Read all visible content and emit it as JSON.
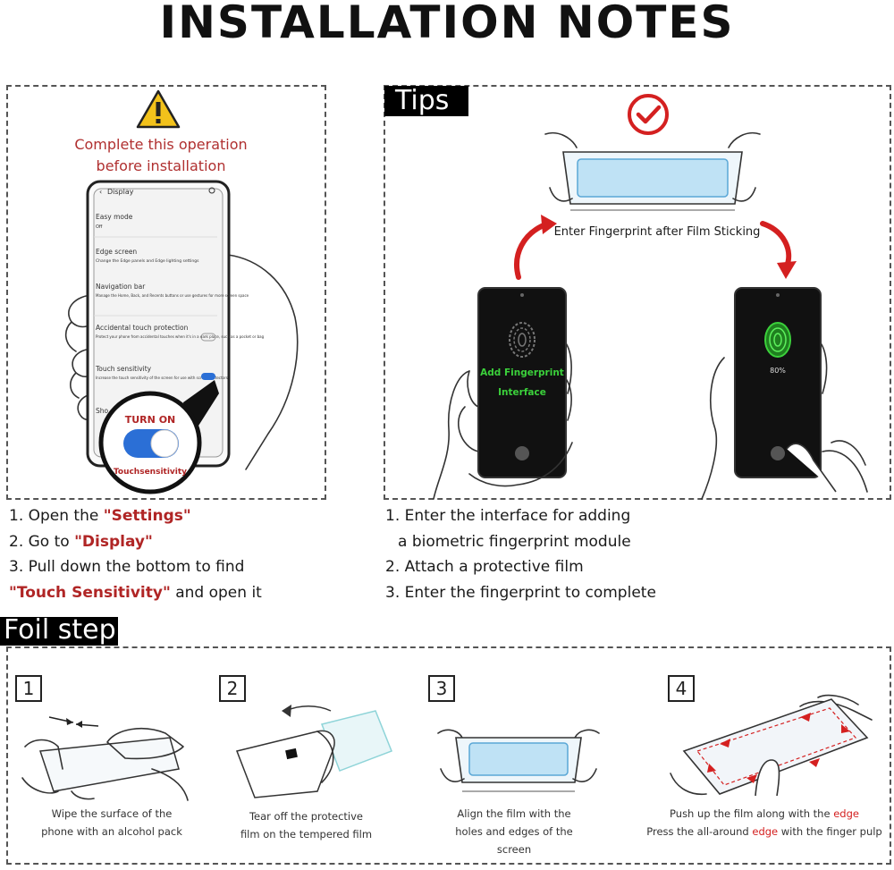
{
  "title": "INSTALLATION NOTES",
  "left_panel": {
    "warning_line1": "Complete this operation",
    "warning_line2": "before installation",
    "phone_screen": {
      "header": "Display",
      "items": [
        {
          "title": "Easy mode",
          "sub": "Off"
        },
        {
          "title": "Edge screen",
          "sub": "Change the Edge panels and Edge lighting settings"
        },
        {
          "title": "Navigation bar",
          "sub": "Manage the Home, Back, and Recents buttons or use gestures for more screen space"
        },
        {
          "title": "Accidental touch protection",
          "sub": "Protect your phone from accidental touches when it's in a dark place, such as a pocket or bag"
        },
        {
          "title": "Touch sensitivity",
          "sub": "Increase the touch sensitivity of the screen for use with screen protectors"
        },
        {
          "title": "Sho",
          "sub": ""
        }
      ],
      "zoom_top": "TURN ON",
      "zoom_bottom": "Touchsensitivity"
    },
    "steps": [
      {
        "prefix": "1. Open the ",
        "highlight": "\"Settings\"",
        "suffix": ""
      },
      {
        "prefix": "2. Go to ",
        "highlight": "\"Display\"",
        "suffix": ""
      },
      {
        "prefix": "3. Pull down the bottom to find",
        "highlight": "",
        "suffix": ""
      },
      {
        "prefix": "",
        "highlight": "\"Touch Sensitivity\"",
        "suffix": " and open it"
      }
    ]
  },
  "tips_panel": {
    "tag": "Tips",
    "caption": "Enter Fingerprint after Film Sticking",
    "phone1_line1": "Add Fingerprint",
    "phone1_line2": "Interface",
    "phone2_percent": "80%",
    "steps": [
      "1. Enter the interface for adding",
      "a biometric fingerprint module",
      "2. Attach a protective film",
      "3. Enter the fingerprint to complete"
    ]
  },
  "foil_panel": {
    "tag": "Foil step",
    "steps": [
      {
        "num": "1",
        "line1": "Wipe the surface of the",
        "line2": "phone with an alcohol pack"
      },
      {
        "num": "2",
        "line1": "Tear off the protective",
        "line2": "film on the tempered film"
      },
      {
        "num": "3",
        "line1": "Align the film with the",
        "line2": "holes and edges of the screen"
      },
      {
        "num": "4",
        "line1a": "Push up the film along with the ",
        "line1b": "edge",
        "line2a": "Press the all-around ",
        "line2b": "edge",
        "line2c": " with the finger pulp"
      }
    ]
  },
  "colors": {
    "warning_red": "#b03030",
    "highlight_red": "#b02525",
    "fingerprint_green": "#3bd13b",
    "toggle_blue": "#2b6fd6",
    "check_red": "#d42020"
  }
}
